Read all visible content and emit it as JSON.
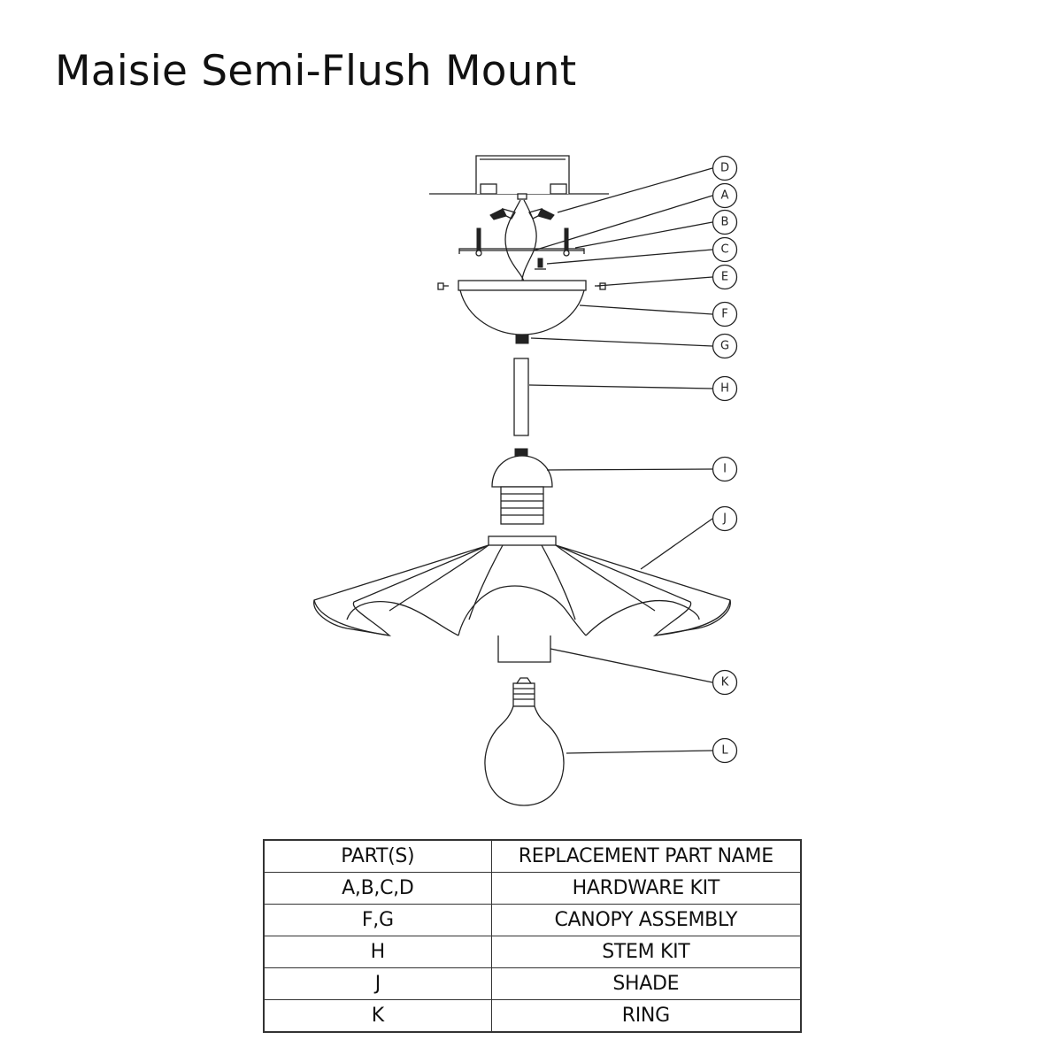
{
  "title": "Maisie Semi-Flush Mount",
  "callouts": [
    "D",
    "A",
    "B",
    "C",
    "E",
    "F",
    "G",
    "H",
    "I",
    "J",
    "K",
    "L"
  ],
  "table": {
    "headers": [
      "PART(S)",
      "REPLACEMENT PART NAME"
    ],
    "rows": [
      [
        "A,B,C,D",
        "HARDWARE KIT"
      ],
      [
        "F,G",
        "CANOPY ASSEMBLY"
      ],
      [
        "H",
        "STEM KIT"
      ],
      [
        "J",
        "SHADE"
      ],
      [
        "K",
        "RING"
      ]
    ]
  }
}
